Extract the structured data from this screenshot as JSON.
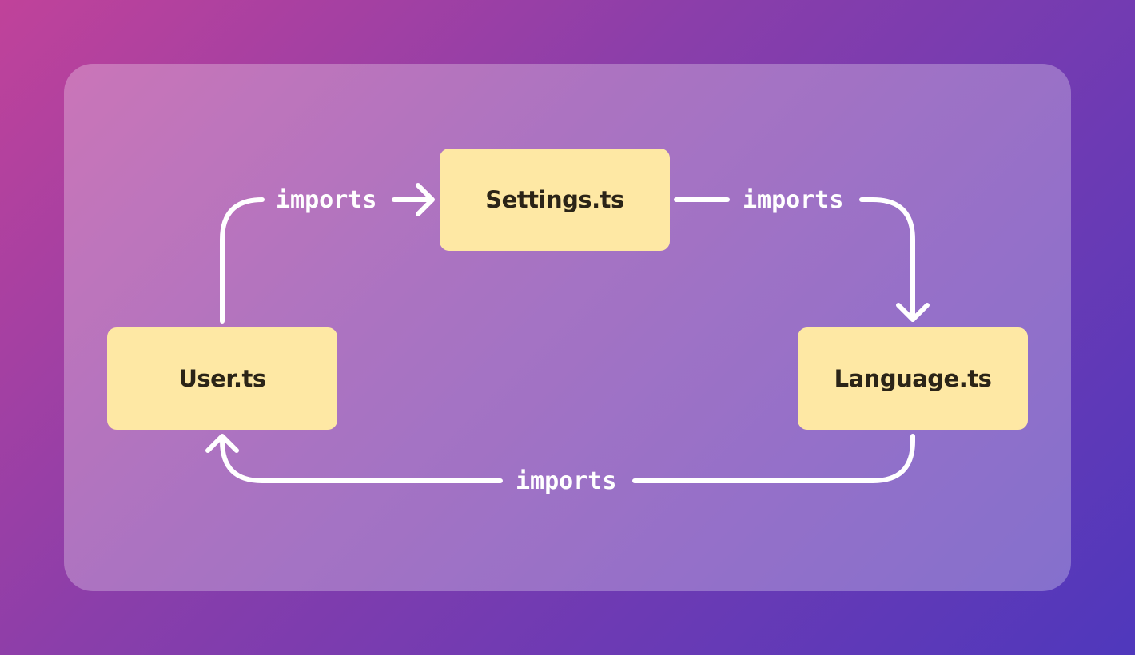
{
  "nodes": {
    "settings": "Settings.ts",
    "user": "User.ts",
    "language": "Language.ts"
  },
  "edges": {
    "user_to_settings": "imports",
    "settings_to_language": "imports",
    "language_to_user": "imports"
  },
  "colors": {
    "node_fill": "#fee8a4",
    "node_text": "#2b2417",
    "edge": "#ffffff"
  }
}
